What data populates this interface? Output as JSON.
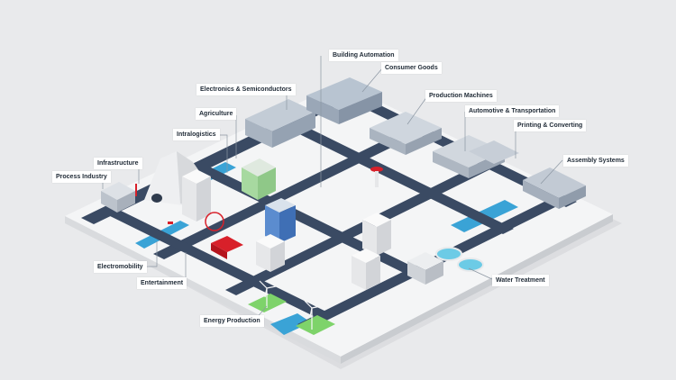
{
  "labels": {
    "building_automation": "Building Automation",
    "consumer_goods": "Consumer Goods",
    "electronics_semiconductors": "Electronics & Semiconductors",
    "production_machines": "Production Machines",
    "agriculture": "Agriculture",
    "automotive_transportation": "Automotive & Transportation",
    "printing_converting": "Printing & Converting",
    "intralogistics": "Intralogistics",
    "infrastructure": "Infrastructure",
    "assembly_systems": "Assembly Systems",
    "process_industry": "Process Industry",
    "electromobility": "Electromobility",
    "water_treatment": "Water Treatment",
    "entertainment": "Entertainment",
    "energy_production": "Energy Production"
  },
  "colors": {
    "background": "#e9eaec",
    "ground": "#f4f5f6",
    "road": "#3a4a63",
    "water": "#3aa3d6",
    "grass": "#7ed36a",
    "building": "#f2f3f4",
    "building_shade": "#d7d9dc",
    "factory_blue": "#aab8c8",
    "accent_red": "#d8202a",
    "leader_line": "#8c97a3"
  }
}
